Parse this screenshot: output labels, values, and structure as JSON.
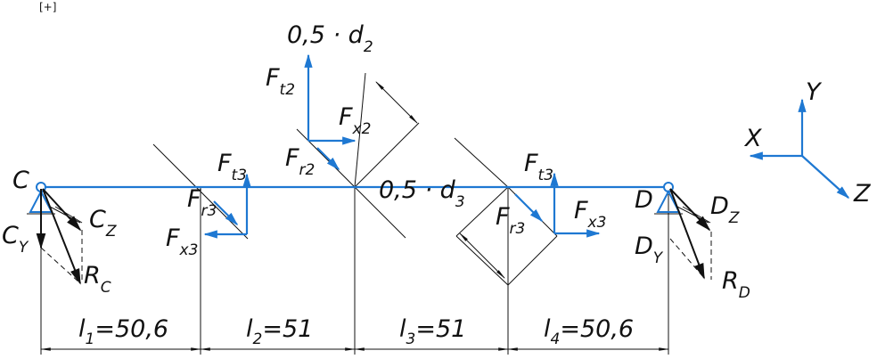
{
  "corner_mark": "[+]",
  "supports": {
    "c": {
      "name": "C",
      "y": "C",
      "y_sub": "Y",
      "z": "C",
      "z_sub": "Z",
      "r": "R",
      "r_sub": "C"
    },
    "d": {
      "name": "D",
      "y": "D",
      "y_sub": "Y",
      "z": "D",
      "z_sub": "Z",
      "r": "R",
      "r_sub": "D"
    }
  },
  "gear2": {
    "diameter": "0,5 · d",
    "diameter_sub": "2",
    "ft": "F",
    "ft_sub": "t2",
    "fx": "F",
    "fx_sub": "x2",
    "fr": "F",
    "fr_sub": "r2"
  },
  "gear3_left": {
    "ft": "F",
    "ft_sub": "t3",
    "fr": "F",
    "fr_sub": "r3",
    "fx": "F",
    "fx_sub": "x3"
  },
  "gear3_right": {
    "diameter": "0,5 · d",
    "diameter_sub": "3",
    "ft": "F",
    "ft_sub": "t3",
    "fr": "F",
    "fr_sub": "r3",
    "fx": "F",
    "fx_sub": "x3"
  },
  "axes": {
    "x": "X",
    "y": "Y",
    "z": "Z"
  },
  "dimensions": [
    {
      "l": "l",
      "sub": "1",
      "value": "=50,6"
    },
    {
      "l": "l",
      "sub": "2",
      "value": "=51"
    },
    {
      "l": "l",
      "sub": "3",
      "value": "=51"
    },
    {
      "l": "l",
      "sub": "4",
      "value": "=50,6"
    }
  ],
  "colors": {
    "shaft": "#1e78d2",
    "ink": "#111111"
  }
}
